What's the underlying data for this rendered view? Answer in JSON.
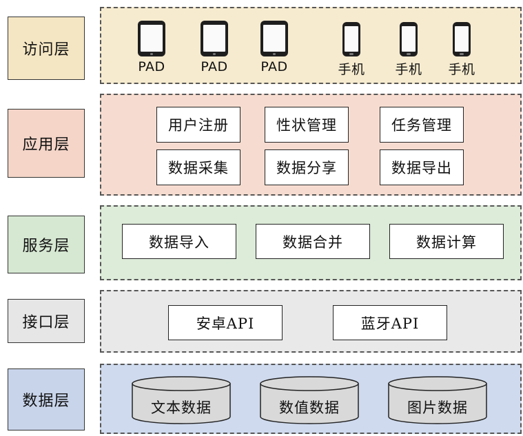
{
  "layers": [
    {
      "name": "访问层",
      "fill": "#f5e6c3",
      "panel_fill": "#f6ebcf"
    },
    {
      "name": "应用层",
      "fill": "#f4d5c8",
      "panel_fill": "#f6dcd0"
    },
    {
      "name": "服务层",
      "fill": "#d6e8d2",
      "panel_fill": "#ddecd9"
    },
    {
      "name": "接口层",
      "fill": "#e6e6e6",
      "panel_fill": "#e9e9e9"
    },
    {
      "name": "数据层",
      "fill": "#c8d4ea",
      "panel_fill": "#cfdaee"
    }
  ],
  "access": {
    "devices": [
      {
        "label": "PAD",
        "icon": "tablet-icon"
      },
      {
        "label": "PAD",
        "icon": "tablet-icon"
      },
      {
        "label": "PAD",
        "icon": "tablet-icon"
      },
      {
        "label": "手机",
        "icon": "phone-icon"
      },
      {
        "label": "手机",
        "icon": "phone-icon"
      },
      {
        "label": "手机",
        "icon": "phone-icon"
      }
    ]
  },
  "application": {
    "modules": [
      "用户注册",
      "性状管理",
      "任务管理",
      "数据采集",
      "数据分享",
      "数据导出"
    ]
  },
  "service": {
    "modules": [
      "数据导入",
      "数据合并",
      "数据计算"
    ]
  },
  "interface": {
    "modules": [
      "安卓API",
      "蓝牙API"
    ]
  },
  "data": {
    "stores": [
      "文本数据",
      "数值数据",
      "图片数据"
    ],
    "cylinder_fill": "#d9d9d9"
  }
}
